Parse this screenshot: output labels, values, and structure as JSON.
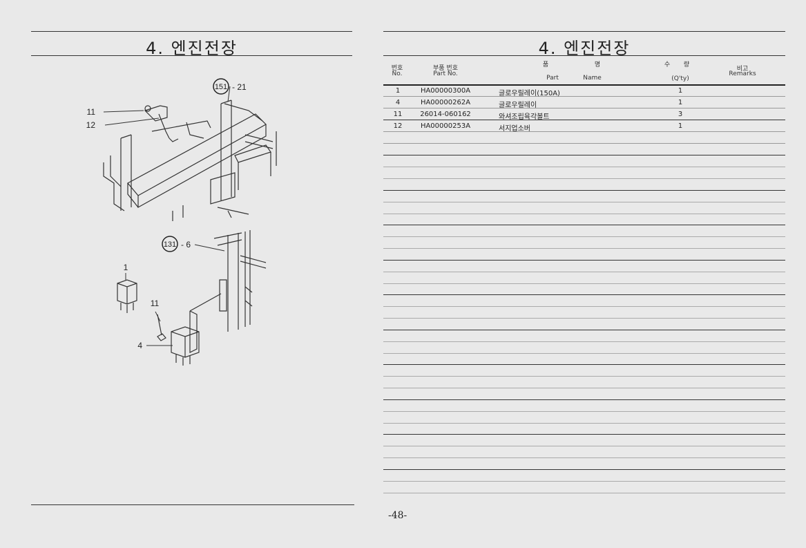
{
  "left_page": {
    "title": "4. 엔진전장",
    "diagram": {
      "callouts": {
        "ref_top": "151",
        "ref_top_suffix": "- 21",
        "ref_mid": "131",
        "ref_mid_suffix": "- 6",
        "part_11_a": "11",
        "part_12": "12",
        "part_1": "1",
        "part_11_b": "11",
        "part_4": "4"
      }
    }
  },
  "right_page": {
    "title": "4. 엔진전장",
    "table": {
      "headers": {
        "no_kr": "번호",
        "no_en": "No.",
        "partno_kr": "부품 번호",
        "partno_en": "Part  No.",
        "name_kr_1": "품",
        "name_kr_2": "명",
        "name_en_1": "Part",
        "name_en_2": "Name",
        "qty_kr_1": "수",
        "qty_kr_2": "량",
        "qty_en": "(Q'ty)",
        "remarks_kr": "비고",
        "remarks_en": "Remarks"
      },
      "rows": [
        {
          "no": "1",
          "part_no": "HA00000300A",
          "name": "글로우릴레이(150A)",
          "qty": "1"
        },
        {
          "no": "4",
          "part_no": "HA00000262A",
          "name": "글로우릴레이",
          "qty": "1"
        },
        {
          "no": "11",
          "part_no": "26014-060162",
          "name": "와셔조립육각볼트",
          "qty": "3"
        },
        {
          "no": "12",
          "part_no": "HA00000253A",
          "name": "서지업소버",
          "qty": "1"
        }
      ]
    },
    "page_number": "-48-"
  }
}
